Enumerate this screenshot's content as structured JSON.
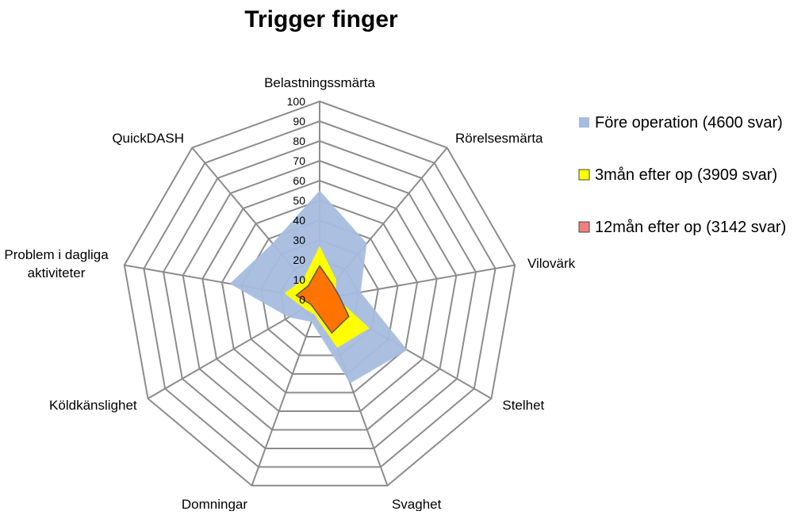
{
  "chart_data": {
    "type": "radar",
    "title": "Trigger finger",
    "axes": [
      "Belastningssmärta",
      "Rörelsesmärta",
      "Vilovärk",
      "Stelhet",
      "Svaghet",
      "Domningar",
      "Köldkänslighet",
      "Problem i dagliga aktiviteter",
      "QuickDASH"
    ],
    "radial_ticks": [
      "0",
      "10",
      "20",
      "30",
      "40",
      "50",
      "60",
      "70",
      "80",
      "90",
      "100"
    ],
    "rlim": [
      0,
      100
    ],
    "grid": true,
    "legend_position": "right",
    "series": [
      {
        "name": "Före operation (4600 svar)",
        "color": "#a6bddf",
        "values": [
          55,
          37,
          21,
          51,
          45,
          12,
          18,
          46,
          37
        ]
      },
      {
        "name": "3mån efter op (3909 svar)",
        "color": "#ffff00",
        "values": [
          27,
          13,
          8,
          29,
          26,
          8,
          9,
          18,
          13
        ]
      },
      {
        "name": "12mån efter op (3142 svar)",
        "color": "#ff7300",
        "legend_color": "#f08080",
        "values": [
          17,
          10,
          10,
          17,
          18,
          6,
          5,
          12,
          9
        ]
      }
    ]
  }
}
